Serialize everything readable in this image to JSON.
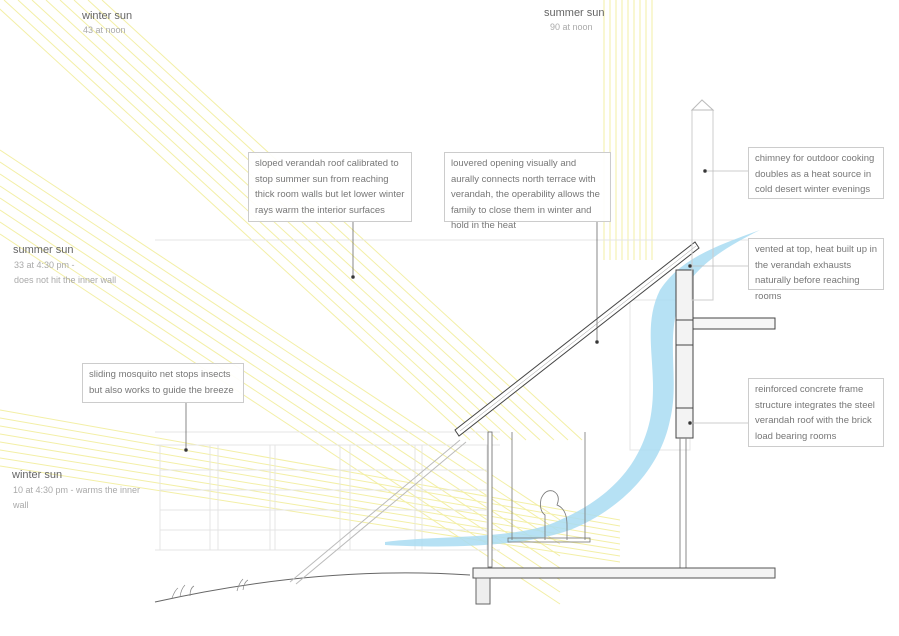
{
  "sun_labels": {
    "winter_noon": {
      "title": "winter sun",
      "detail": "43 at noon"
    },
    "summer_noon": {
      "title": "summer sun",
      "detail": "90 at noon"
    },
    "summer_afternoon": {
      "title": "summer sun",
      "detail_1": "33 at 4:30 pm  -",
      "detail_2": "does not hit the inner wall"
    },
    "winter_afternoon": {
      "title": "winter sun",
      "detail_1": "10 at 4:30 pm - warms the inner",
      "detail_2": "wall"
    }
  },
  "annotations": {
    "roof": "sloped verandah roof calibrated to stop summer sun from reaching thick room walls but let lower winter rays warm the interior surfaces",
    "louver": "louvered opening visually and aurally connects north terrace with verandah, the operability allows the family to close them in winter and hold in the heat",
    "chimney": "chimney for outdoor cooking doubles as a heat source in cold desert winter evenings",
    "vent": "vented at top, heat built up in the verandah exhausts naturally before reaching rooms",
    "frame": "reinforced concrete frame structure integrates the steel verandah roof with the brick load bearing rooms",
    "net": "sliding mosquito net stops insects but also works to guide the breeze"
  },
  "colors": {
    "sun_ray": "#f3efa6",
    "breeze": "#a9dcf2",
    "line": "#555555",
    "faint": "#dddddd"
  }
}
